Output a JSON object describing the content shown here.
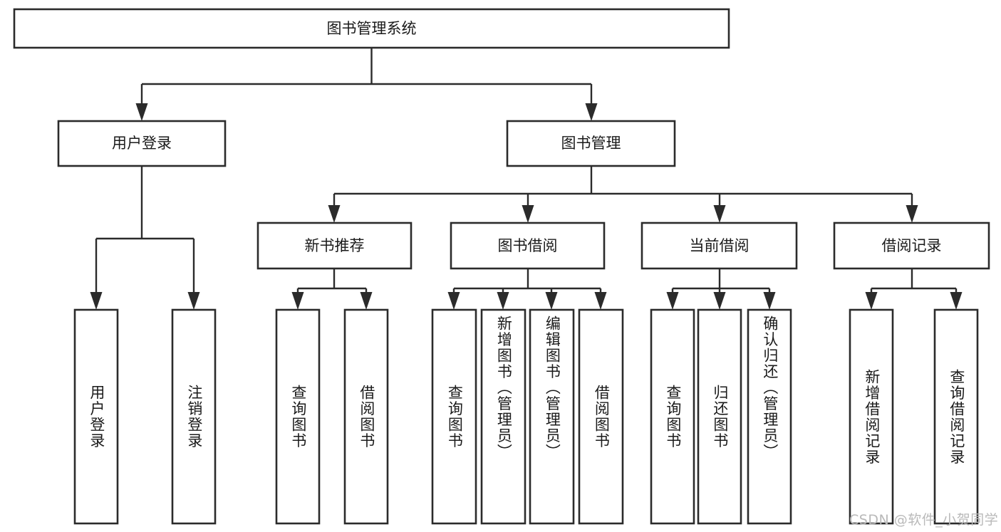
{
  "diagram": {
    "title": "图书管理系统",
    "type": "tree-hierarchy-flowchart",
    "colors": {
      "box_stroke": "#2b2b2b",
      "box_fill": "#ffffff",
      "line": "#2b2b2b",
      "text": "#1a1a1a",
      "watermark": "#b9b9b9",
      "background": "#ffffff"
    },
    "root": {
      "label": "图书管理系统"
    },
    "level2": [
      {
        "id": "user-login",
        "label": "用户登录"
      },
      {
        "id": "book-management",
        "label": "图书管理"
      }
    ],
    "level3": [
      {
        "id": "new-book-recommend",
        "label": "新书推荐"
      },
      {
        "id": "book-borrow",
        "label": "图书借阅"
      },
      {
        "id": "current-borrow",
        "label": "当前借阅"
      },
      {
        "id": "borrow-record",
        "label": "借阅记录"
      }
    ],
    "leaves": {
      "user_login": [
        {
          "id": "leaf-user-login",
          "label": "用户登录"
        },
        {
          "id": "leaf-logout-login",
          "label": "注销登录"
        }
      ],
      "new_book_recommend": [
        {
          "id": "leaf-query-book-1",
          "label": "查询图书"
        },
        {
          "id": "leaf-borrow-book-1",
          "label": "借阅图书"
        }
      ],
      "book_borrow": [
        {
          "id": "leaf-query-book-2",
          "label": "查询图书"
        },
        {
          "id": "leaf-add-book",
          "label": "新增图书（管理员）"
        },
        {
          "id": "leaf-edit-book",
          "label": "编辑图书（管理员）"
        },
        {
          "id": "leaf-borrow-book-2",
          "label": "借阅图书"
        }
      ],
      "current_borrow": [
        {
          "id": "leaf-query-book-3",
          "label": "查询图书"
        },
        {
          "id": "leaf-return-book",
          "label": "归还图书"
        },
        {
          "id": "leaf-confirm-return",
          "label": "确认归还（管理员）"
        }
      ],
      "borrow_record": [
        {
          "id": "leaf-add-record",
          "label": "新增借阅记录"
        },
        {
          "id": "leaf-query-record",
          "label": "查询借阅记录"
        }
      ]
    },
    "watermark": "CSDN @软件_小贺同学"
  }
}
